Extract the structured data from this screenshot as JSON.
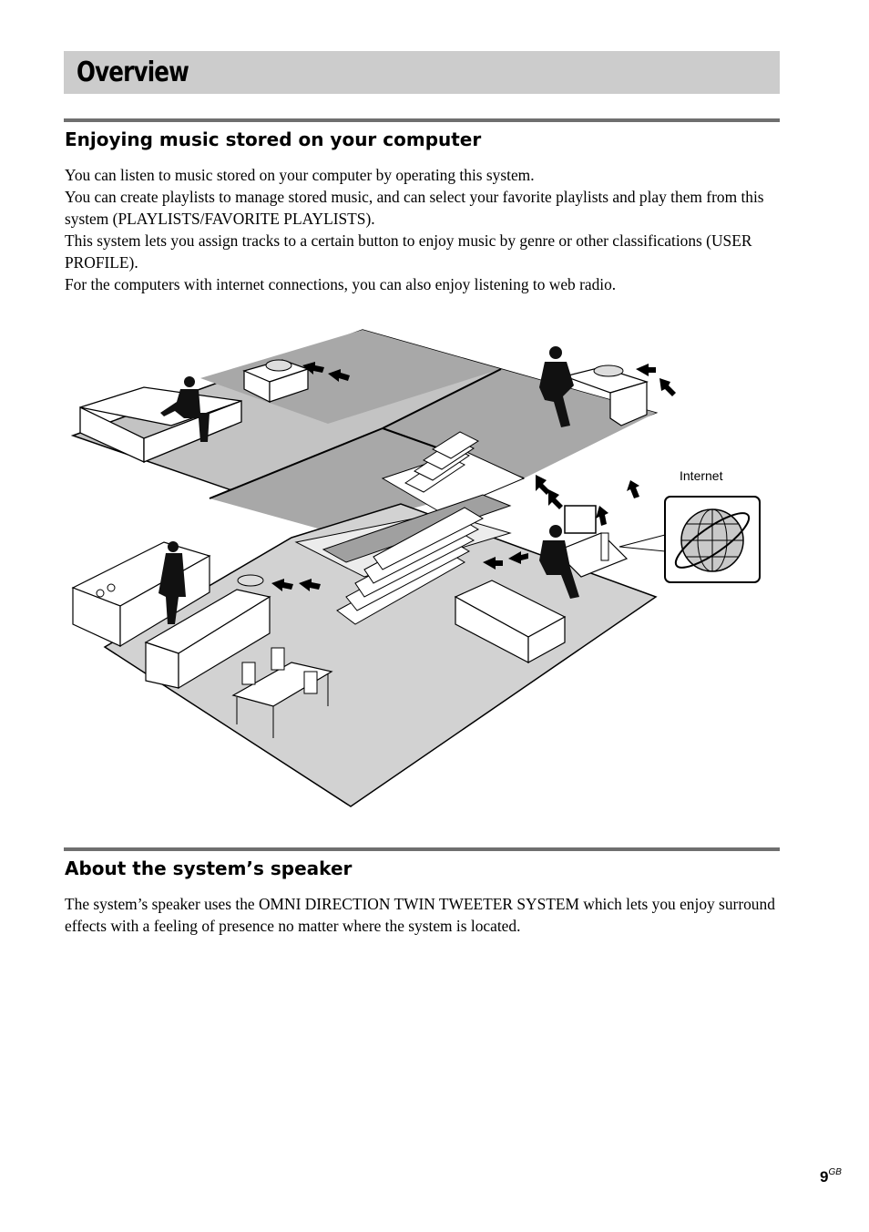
{
  "header": {
    "title": "Overview"
  },
  "section1": {
    "heading": "Enjoying music stored on your computer",
    "paragraphs": [
      "You can listen to music stored on your computer by operating this system.",
      "You can create playlists to manage stored music, and can select your favorite playlists and play them from this system (PLAYLISTS/FAVORITE PLAYLISTS).",
      "This system lets you assign tracks to a certain button to enjoy music by genre or other classifications (USER PROFILE).",
      "For the computers with internet connections, you can also enjoy listening to web radio."
    ]
  },
  "illustration": {
    "internet_label": "Internet"
  },
  "section2": {
    "heading": "About the system’s speaker",
    "paragraph": "The system’s speaker uses the OMNI DIRECTION TWIN TWEETER SYSTEM which lets you enjoy surround effects with a feeling of presence no matter where the system is located."
  },
  "footer": {
    "page_number": "9",
    "page_suffix": "GB"
  }
}
